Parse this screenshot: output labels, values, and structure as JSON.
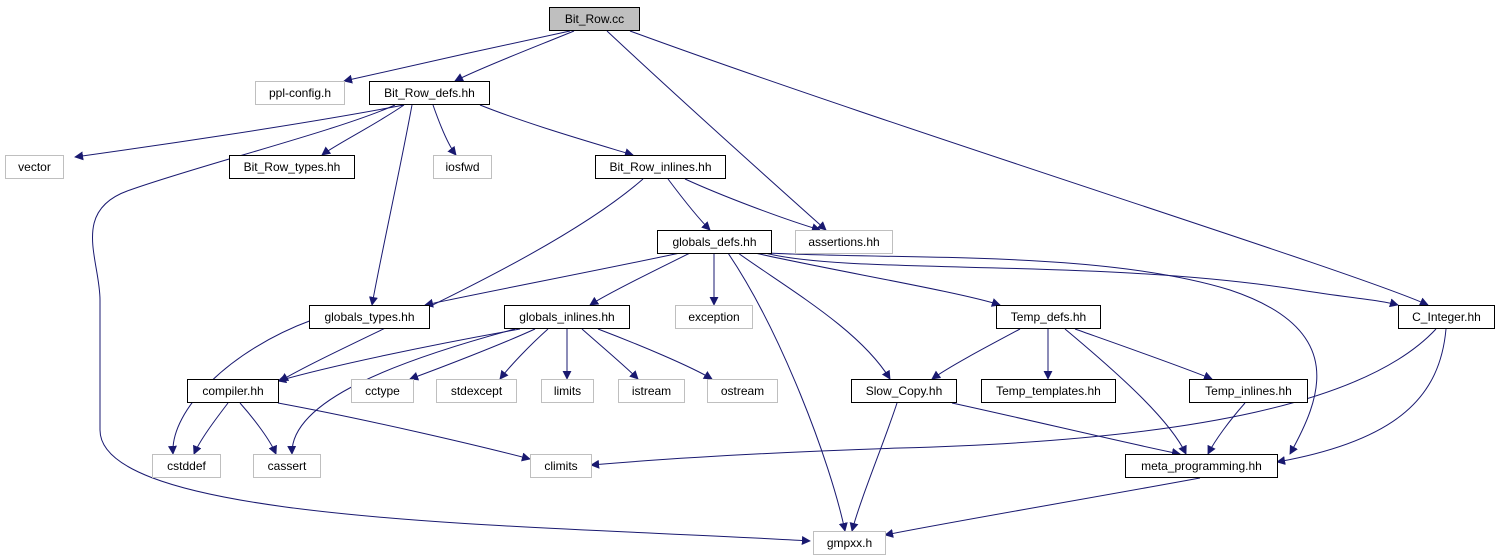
{
  "graph": {
    "colors": {
      "edge": "#191970",
      "root_fill": "#bfbfbf",
      "node_border": "#000000",
      "external_border": "#bfbfbf",
      "text": "#000000",
      "background": "#ffffff"
    },
    "nodes": [
      {
        "id": "bit_row_cc",
        "label": "Bit_Row.cc",
        "kind": "root"
      },
      {
        "id": "ppl_config_h",
        "label": "ppl-config.h",
        "kind": "external"
      },
      {
        "id": "bit_row_defs_hh",
        "label": "Bit_Row_defs.hh",
        "kind": "documented"
      },
      {
        "id": "vector",
        "label": "vector",
        "kind": "external"
      },
      {
        "id": "bit_row_types_hh",
        "label": "Bit_Row_types.hh",
        "kind": "documented"
      },
      {
        "id": "iosfwd",
        "label": "iosfwd",
        "kind": "external"
      },
      {
        "id": "bit_row_inlines_hh",
        "label": "Bit_Row_inlines.hh",
        "kind": "documented"
      },
      {
        "id": "globals_defs_hh",
        "label": "globals_defs.hh",
        "kind": "documented"
      },
      {
        "id": "assertions_hh",
        "label": "assertions.hh",
        "kind": "external"
      },
      {
        "id": "globals_types_hh",
        "label": "globals_types.hh",
        "kind": "documented"
      },
      {
        "id": "globals_inlines_hh",
        "label": "globals_inlines.hh",
        "kind": "documented"
      },
      {
        "id": "exception",
        "label": "exception",
        "kind": "external"
      },
      {
        "id": "temp_defs_hh",
        "label": "Temp_defs.hh",
        "kind": "documented"
      },
      {
        "id": "c_integer_hh",
        "label": "C_Integer.hh",
        "kind": "documented"
      },
      {
        "id": "compiler_hh",
        "label": "compiler.hh",
        "kind": "documented"
      },
      {
        "id": "cctype",
        "label": "cctype",
        "kind": "external"
      },
      {
        "id": "stdexcept",
        "label": "stdexcept",
        "kind": "external"
      },
      {
        "id": "limits",
        "label": "limits",
        "kind": "external"
      },
      {
        "id": "istream",
        "label": "istream",
        "kind": "external"
      },
      {
        "id": "ostream",
        "label": "ostream",
        "kind": "external"
      },
      {
        "id": "slow_copy_hh",
        "label": "Slow_Copy.hh",
        "kind": "documented"
      },
      {
        "id": "temp_templates_hh",
        "label": "Temp_templates.hh",
        "kind": "documented"
      },
      {
        "id": "temp_inlines_hh",
        "label": "Temp_inlines.hh",
        "kind": "documented"
      },
      {
        "id": "cstddef",
        "label": "cstddef",
        "kind": "external"
      },
      {
        "id": "cassert",
        "label": "cassert",
        "kind": "external"
      },
      {
        "id": "climits",
        "label": "climits",
        "kind": "external"
      },
      {
        "id": "meta_programming_hh",
        "label": "meta_programming.hh",
        "kind": "documented"
      },
      {
        "id": "gmpxx_h",
        "label": "gmpxx.h",
        "kind": "external"
      }
    ],
    "edges": [
      {
        "from": "bit_row_cc",
        "to": "ppl_config_h"
      },
      {
        "from": "bit_row_cc",
        "to": "bit_row_defs_hh"
      },
      {
        "from": "bit_row_cc",
        "to": "assertions_hh"
      },
      {
        "from": "bit_row_cc",
        "to": "c_integer_hh"
      },
      {
        "from": "bit_row_defs_hh",
        "to": "vector"
      },
      {
        "from": "bit_row_defs_hh",
        "to": "bit_row_types_hh"
      },
      {
        "from": "bit_row_defs_hh",
        "to": "iosfwd"
      },
      {
        "from": "bit_row_defs_hh",
        "to": "bit_row_inlines_hh"
      },
      {
        "from": "bit_row_defs_hh",
        "to": "globals_types_hh"
      },
      {
        "from": "bit_row_defs_hh",
        "to": "gmpxx_h"
      },
      {
        "from": "bit_row_inlines_hh",
        "to": "globals_defs_hh"
      },
      {
        "from": "bit_row_inlines_hh",
        "to": "assertions_hh"
      },
      {
        "from": "bit_row_inlines_hh",
        "to": "compiler_hh"
      },
      {
        "from": "globals_defs_hh",
        "to": "globals_types_hh"
      },
      {
        "from": "globals_defs_hh",
        "to": "globals_inlines_hh"
      },
      {
        "from": "globals_defs_hh",
        "to": "exception"
      },
      {
        "from": "globals_defs_hh",
        "to": "gmpxx_h"
      },
      {
        "from": "globals_defs_hh",
        "to": "slow_copy_hh"
      },
      {
        "from": "globals_defs_hh",
        "to": "temp_defs_hh"
      },
      {
        "from": "globals_defs_hh",
        "to": "c_integer_hh"
      },
      {
        "from": "globals_defs_hh",
        "to": "meta_programming_hh"
      },
      {
        "from": "globals_types_hh",
        "to": "cstddef"
      },
      {
        "from": "globals_inlines_hh",
        "to": "compiler_hh"
      },
      {
        "from": "globals_inlines_hh",
        "to": "cctype"
      },
      {
        "from": "globals_inlines_hh",
        "to": "stdexcept"
      },
      {
        "from": "globals_inlines_hh",
        "to": "limits"
      },
      {
        "from": "globals_inlines_hh",
        "to": "istream"
      },
      {
        "from": "globals_inlines_hh",
        "to": "ostream"
      },
      {
        "from": "globals_inlines_hh",
        "to": "cassert"
      },
      {
        "from": "compiler_hh",
        "to": "cstddef"
      },
      {
        "from": "compiler_hh",
        "to": "cassert"
      },
      {
        "from": "compiler_hh",
        "to": "climits"
      },
      {
        "from": "temp_defs_hh",
        "to": "slow_copy_hh"
      },
      {
        "from": "temp_defs_hh",
        "to": "temp_templates_hh"
      },
      {
        "from": "temp_defs_hh",
        "to": "temp_inlines_hh"
      },
      {
        "from": "temp_defs_hh",
        "to": "meta_programming_hh"
      },
      {
        "from": "temp_inlines_hh",
        "to": "meta_programming_hh"
      },
      {
        "from": "slow_copy_hh",
        "to": "gmpxx_h"
      },
      {
        "from": "slow_copy_hh",
        "to": "meta_programming_hh"
      },
      {
        "from": "c_integer_hh",
        "to": "climits"
      },
      {
        "from": "c_integer_hh",
        "to": "meta_programming_hh"
      },
      {
        "from": "meta_programming_hh",
        "to": "gmpxx_h"
      }
    ]
  }
}
